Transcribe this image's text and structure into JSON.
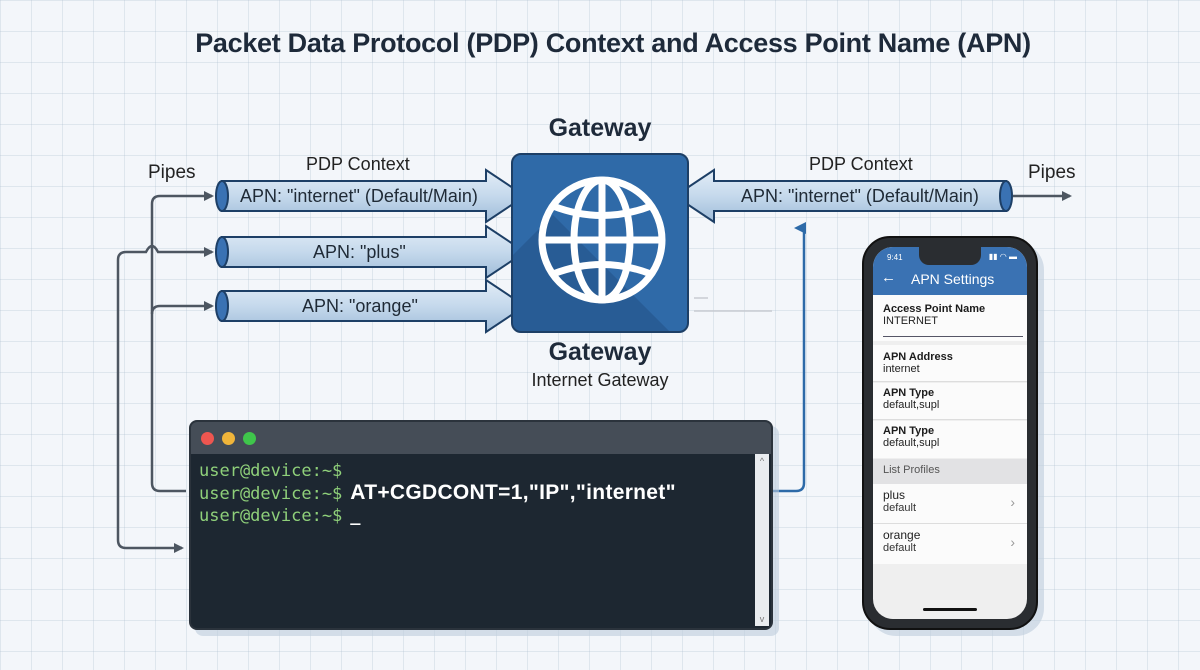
{
  "title": "Packet Data Protocol (PDP) Context and Access Point Name (APN)",
  "left": {
    "pipes_label": "Pipes",
    "pdp_label": "PDP Context",
    "pipes": [
      {
        "label": "APN: \"internet\" (Default/Main)"
      },
      {
        "label": "APN: \"plus\""
      },
      {
        "label": "APN: \"orange\""
      }
    ]
  },
  "right": {
    "pipes_label": "Pipes",
    "pdp_label": "PDP Context",
    "pipe": {
      "label": "APN: \"internet\" (Default/Main)"
    }
  },
  "gateway": {
    "title": "Gateway",
    "name": "Gateway",
    "subtitle": "Internet Gateway",
    "icon": "globe-icon"
  },
  "terminal": {
    "lines": [
      {
        "prompt": "user@device:~$",
        "command": ""
      },
      {
        "prompt": "user@device:~$",
        "command": "AT+CGDCONT=1,\"IP\",\"internet\""
      },
      {
        "prompt": "user@device:~$",
        "command": "_"
      }
    ],
    "scroll_up": "^",
    "scroll_down": "v"
  },
  "phone": {
    "status_time": "9:41",
    "status_icons": "▮▮ ◠ ▬",
    "back": "←",
    "app_title": "APN Settings",
    "fields": [
      {
        "label": "Access Point Name",
        "value": "INTERNET"
      },
      {
        "label": "APN Address",
        "value": "internet"
      },
      {
        "label": "APN Type",
        "value": "default,supl"
      },
      {
        "label": "APN Type",
        "value": "default,supl"
      }
    ],
    "list_header": "List Profiles",
    "profiles": [
      {
        "name": "plus",
        "sub": "default",
        "chevron": "›"
      },
      {
        "name": "orange",
        "sub": "default",
        "chevron": "›"
      }
    ]
  },
  "colors": {
    "pipe_fill": "#c9dcee",
    "pipe_stroke": "#1d3f66",
    "gateway_blue": "#2f6aa8",
    "wire_gray": "#4d5661",
    "wire_blue": "#2d6aa8",
    "terminal_bg": "#1d2731",
    "prompt_green": "#8fd07a"
  }
}
